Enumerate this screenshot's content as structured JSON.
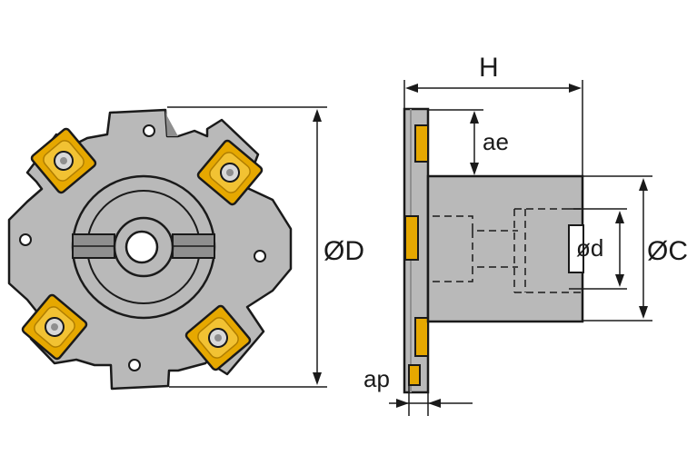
{
  "labels": {
    "H": "H",
    "ae": "ae",
    "OD": "ØD",
    "od": "ød",
    "OC": "ØC",
    "ap": "ap"
  },
  "colors": {
    "body": "#b9b9b9",
    "body_dark": "#8f8f8f",
    "outline": "#1a1a1a",
    "insert": "#e6a800",
    "insert_dark": "#b07e00",
    "screw": "#d8d8d8",
    "dimension": "#1a1a1a"
  },
  "icons": {
    "front_view": "saw-cutter-front-view",
    "side_view": "saw-cutter-side-section"
  }
}
